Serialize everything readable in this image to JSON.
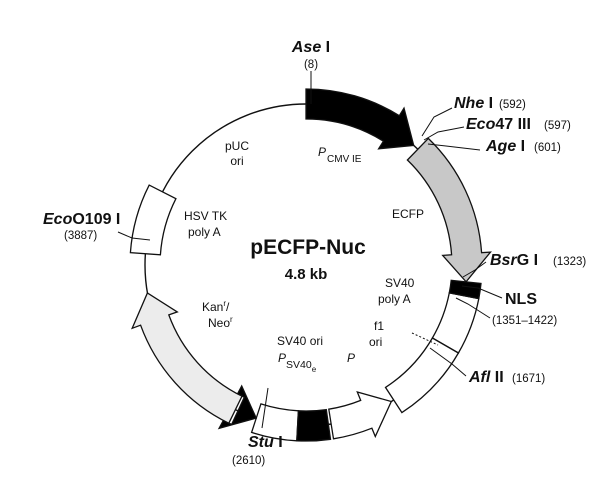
{
  "plasmid": {
    "name": "pECFP-Nuc",
    "size": "4.8 kb"
  },
  "sites": {
    "ase": {
      "italic": "Ase",
      "roman": " I",
      "pos": "(8)"
    },
    "nhe": {
      "italic": "Nhe",
      "roman": " I",
      "pos": "(592)"
    },
    "eco47": {
      "italic": "Eco",
      "roman": "47 III",
      "pos": "(597)"
    },
    "age": {
      "italic": "Age",
      "roman": " I",
      "pos": "(601)"
    },
    "bsrg": {
      "italic": "Bsr",
      "roman": "G I",
      "pos": "(1323)"
    },
    "afl": {
      "italic": "Afl",
      "roman": " II",
      "pos": "(1671)"
    },
    "stu": {
      "italic": "Stu",
      "roman": " I",
      "pos": "(2610)"
    },
    "eco0109": {
      "italic": "Eco",
      "roman": "O109 I",
      "pos": "(3887)"
    }
  },
  "features": {
    "puc_1": "pUC",
    "puc_2": "ori",
    "pcmv_p": "P",
    "pcmv_sub": "CMV IE",
    "ecfp": "ECFP",
    "sv40_1": "SV40",
    "sv40_2": "poly A",
    "nls": "NLS",
    "nls_range": "(1351–1422)",
    "f1_1": "f1",
    "f1_2": "ori",
    "p_small": "P",
    "sv40ori": "SV40 ori",
    "psv40_p": "P",
    "psv40_sub": "SV40",
    "psv40_subsub": "e",
    "kan_1": "Kan",
    "kan_1_sup": "r",
    "kan_sep": "/",
    "kan_2": "Neo",
    "kan_2_sup": "r",
    "hsv_1": "HSV TK",
    "hsv_2": "poly A"
  },
  "colors": {
    "outline": "#111111",
    "ecfp_fill": "#c8c8c8",
    "kan_fill": "#ececec",
    "box_fill": "#ffffff",
    "black_fill": "#000000"
  }
}
